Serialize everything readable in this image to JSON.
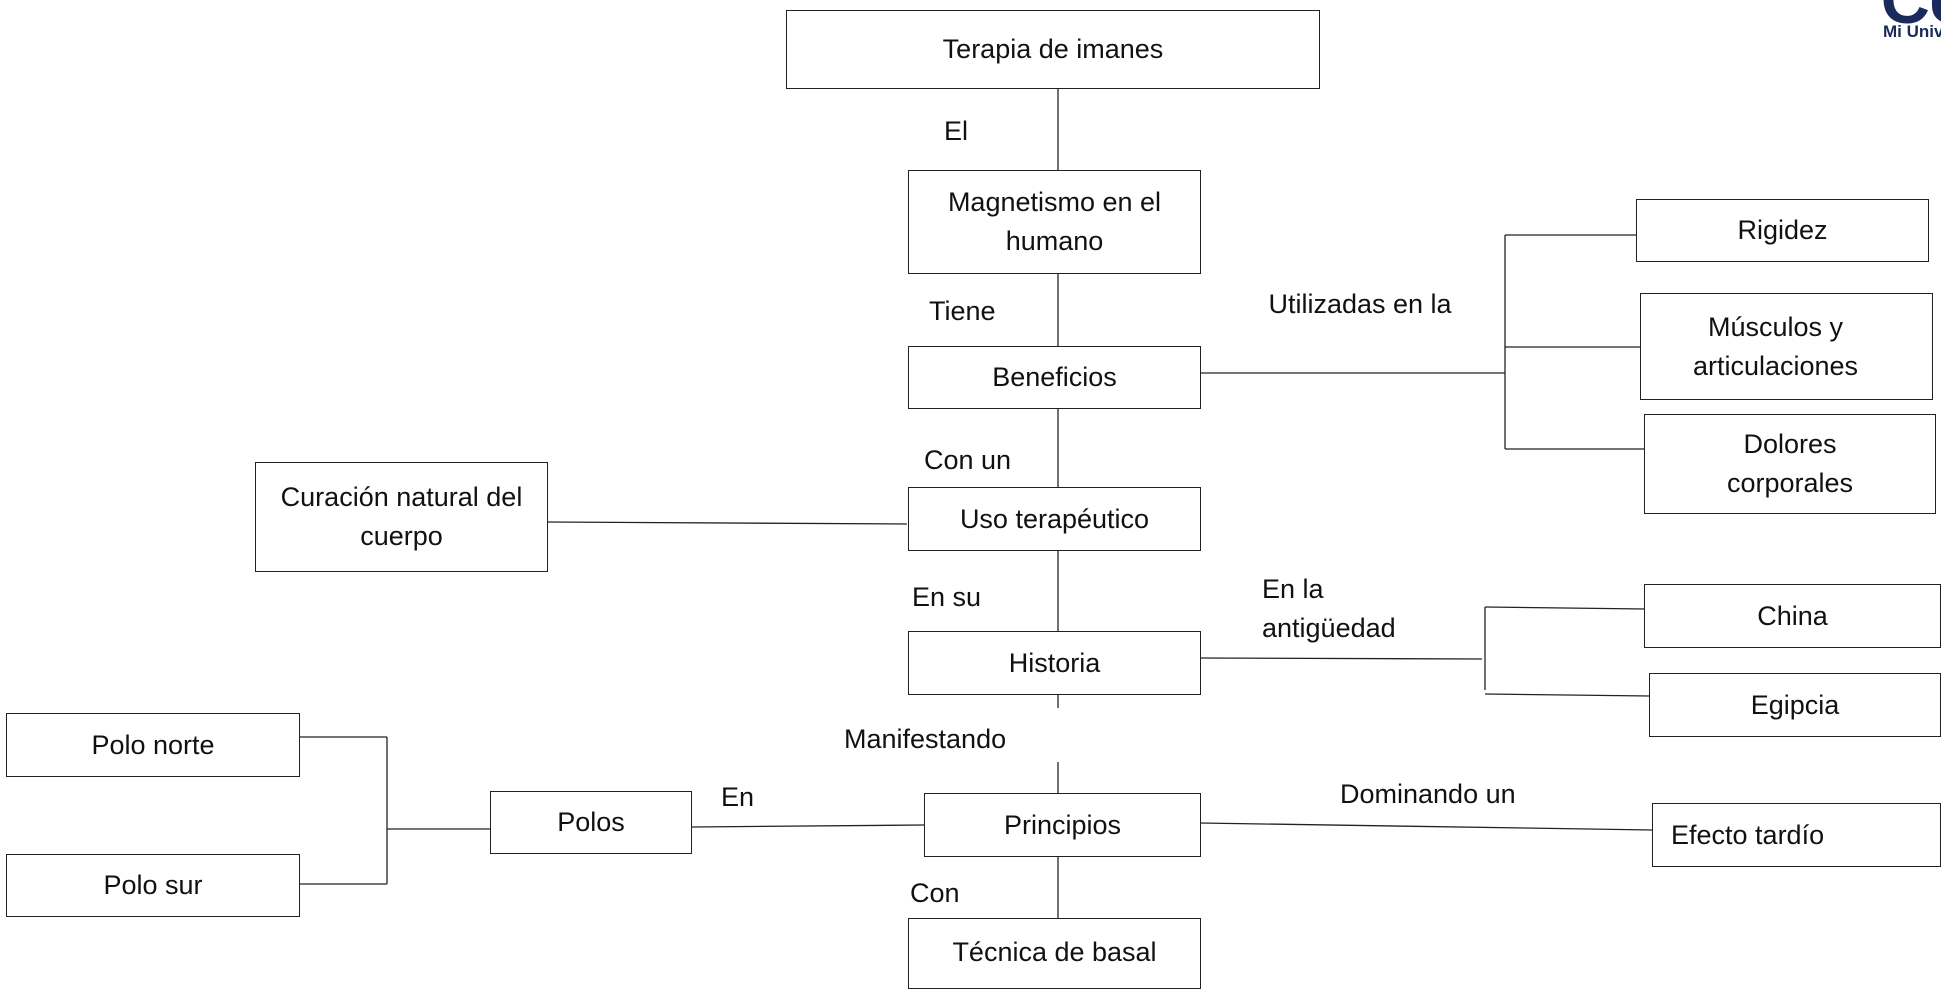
{
  "nodes": {
    "terapia": "Terapia de imanes",
    "magnetismo": "Magnetismo en el humano",
    "beneficios": "Beneficios",
    "uso": "Uso terapéutico",
    "curacion": "Curación natural del cuerpo",
    "historia": "Historia",
    "principios": "Principios",
    "tecnica": "Técnica de basal",
    "polos": "Polos",
    "polo_norte": "Polo norte",
    "polo_sur": "Polo sur",
    "rigidez": "Rigidez",
    "musculos": "Músculos y articulaciones",
    "dolores": "Dolores corporales",
    "china": "China",
    "egipcia": "Egipcia",
    "efecto": "Efecto tardío"
  },
  "links": {
    "el": "El",
    "tiene": "Tiene",
    "con_un": "Con un",
    "en_su": "En su",
    "manifestando": "Manifestando",
    "con": "Con",
    "en": "En",
    "utilizadas": "Utilizadas en la",
    "en_la_antiguedad": "En la antigüedad",
    "dominando": "Dominando un"
  },
  "logo": {
    "mark": "CU",
    "subtitle": "Mi Universidad"
  },
  "colors": {
    "line": "#222222",
    "logo": "#1a2a5c"
  }
}
